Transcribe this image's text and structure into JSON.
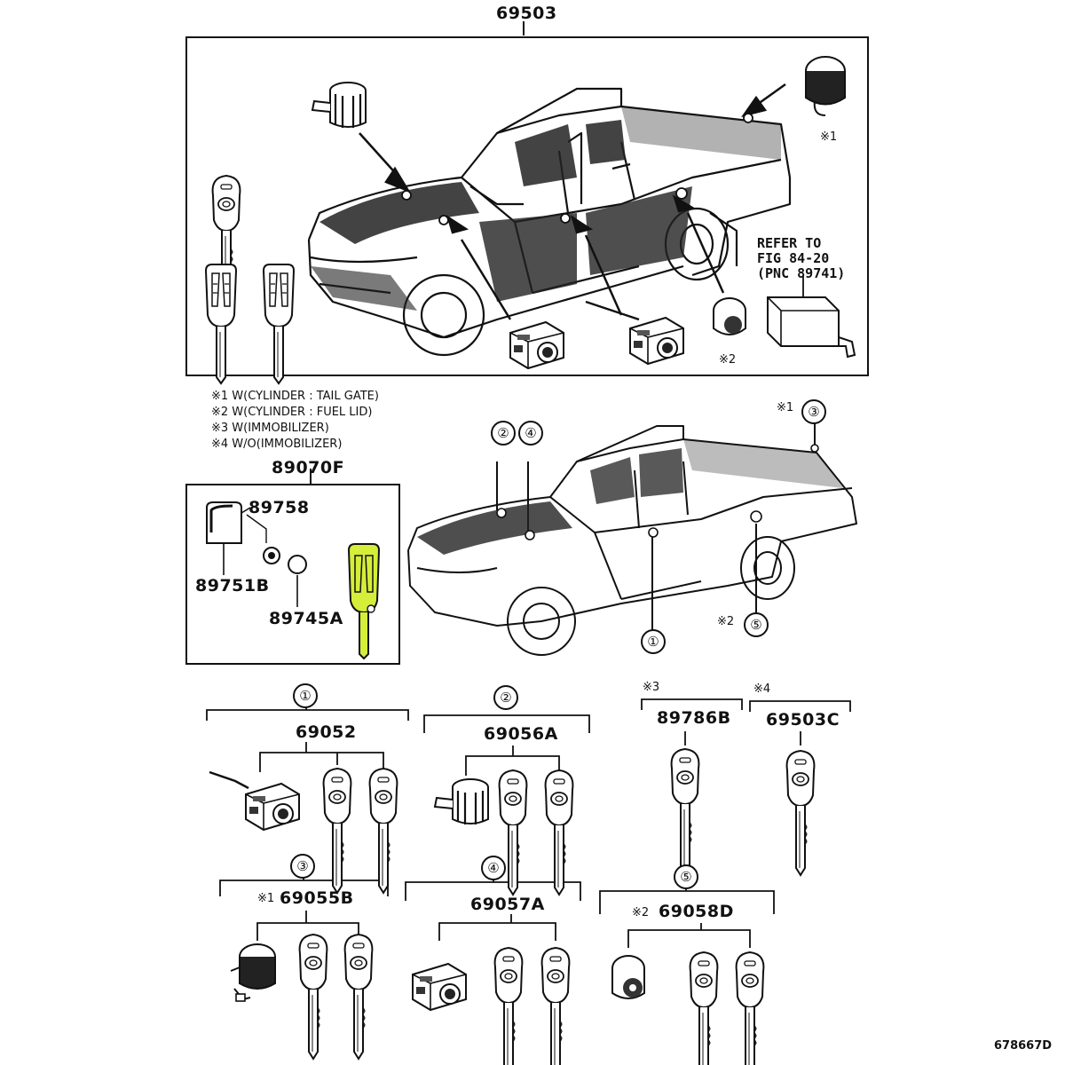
{
  "top": {
    "part": "69503",
    "refer_lines": [
      "REFER TO",
      "FIG 84-20",
      "(PNC 89741)"
    ],
    "mark_tail": "※1",
    "mark_fuel": "※2"
  },
  "notes": [
    "※1  W(CYLINDER : TAIL GATE)",
    "※2  W(CYLINDER : FUEL LID)",
    "※3  W(IMMOBILIZER)",
    "※4  W/O(IMMOBILIZER)"
  ],
  "kit": {
    "part": "89070F",
    "p_cover": "89758",
    "p_case": "89751B",
    "p_battery": "89745A"
  },
  "truck_callouts": {
    "c1": "①",
    "c2": "②",
    "c3": "③",
    "c4": "④",
    "c5": "⑤",
    "mark1": "※1",
    "mark2": "※2"
  },
  "sets": {
    "s1": {
      "num": "①",
      "part": "69052"
    },
    "s2": {
      "num": "②",
      "part": "69056A"
    },
    "s3": {
      "mark": "※3",
      "part": "89786B"
    },
    "s4": {
      "mark": "※4",
      "part": "69503C"
    },
    "s5": {
      "num": "③",
      "mark": "※1",
      "part": "69055B"
    },
    "s6": {
      "num": "④",
      "part": "69057A"
    },
    "s7": {
      "num": "⑤",
      "mark": "※2",
      "part": "69058D"
    }
  },
  "footer_code": "678667D",
  "colors": {
    "line": "#111111",
    "highlight": "#d4ee3a",
    "background": "#ffffff"
  }
}
